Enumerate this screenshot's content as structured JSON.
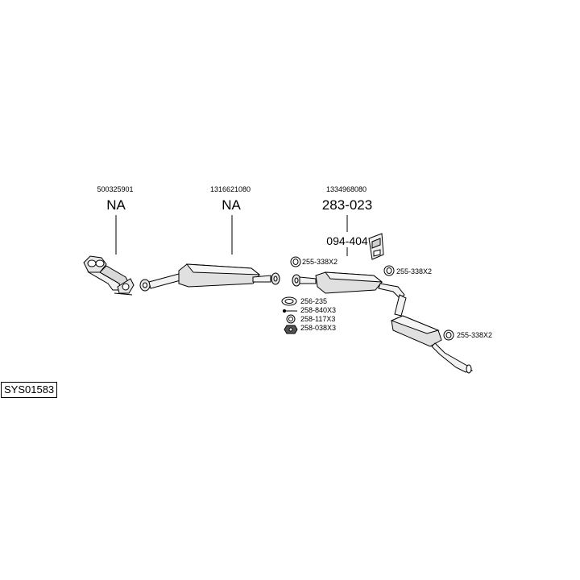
{
  "diagram": {
    "system_code": "SYS01583",
    "assemblies": [
      {
        "oem": "500325901",
        "part": "NA"
      },
      {
        "oem": "1316621080",
        "part": "NA"
      },
      {
        "oem": "1334968080",
        "part": "283-023"
      }
    ],
    "mount_part": "094-404",
    "clamps": [
      "255-338X2",
      "255-338X2",
      "255-338X2"
    ],
    "fittings": [
      "256-235",
      "258-840X3",
      "258-117X3",
      "258-038X3"
    ]
  }
}
